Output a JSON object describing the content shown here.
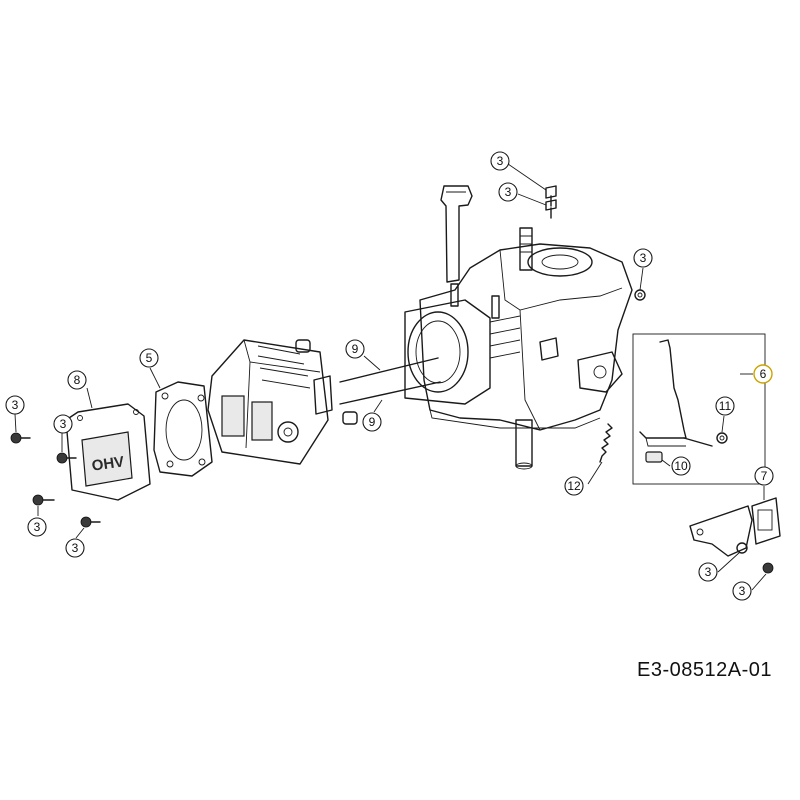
{
  "drawing_id": "E3-08512A-01",
  "valve_cover_text": "OHV",
  "callouts": [
    {
      "id": "c-bolt-top-1",
      "label": "3"
    },
    {
      "id": "c-bolt-top-2",
      "label": "3"
    },
    {
      "id": "c-nut-right",
      "label": "3"
    },
    {
      "id": "c-kit",
      "label": "6",
      "highlight": true
    },
    {
      "id": "c-pushrod-upper",
      "label": "9"
    },
    {
      "id": "c-pushrod-lower",
      "label": "9"
    },
    {
      "id": "c-gasket",
      "label": "5"
    },
    {
      "id": "c-valve-cover",
      "label": "8"
    },
    {
      "id": "c-bolt-left-1",
      "label": "3"
    },
    {
      "id": "c-bolt-left-2",
      "label": "3"
    },
    {
      "id": "c-bolt-left-3",
      "label": "3"
    },
    {
      "id": "c-bolt-left-4",
      "label": "3"
    },
    {
      "id": "c-washer",
      "label": "11"
    },
    {
      "id": "c-clip",
      "label": "10"
    },
    {
      "id": "c-spring",
      "label": "12"
    },
    {
      "id": "c-bracket",
      "label": "7"
    },
    {
      "id": "c-bolt-bracket-1",
      "label": "3"
    },
    {
      "id": "c-bolt-bracket-2",
      "label": "3"
    }
  ]
}
